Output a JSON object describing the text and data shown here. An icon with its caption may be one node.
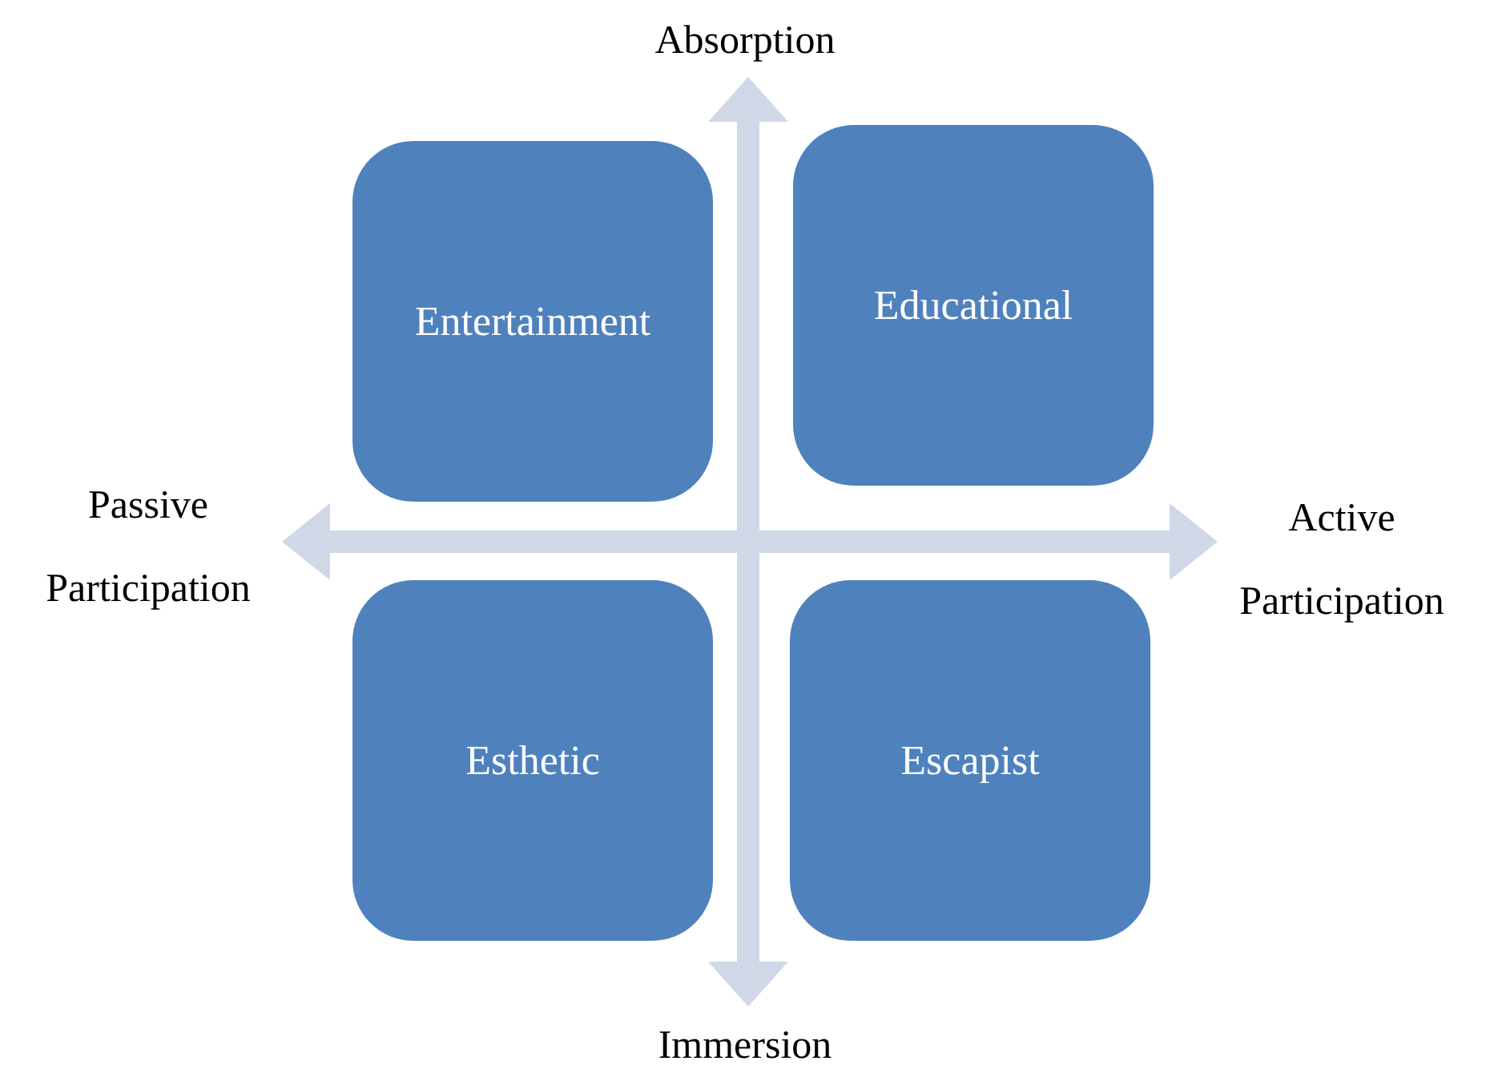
{
  "diagram": {
    "nodes": [
      {
        "text": [
          "Entertainment"
        ]
      },
      {
        "text": [
          "Educational"
        ]
      },
      {
        "text": [
          "Esthetic"
        ]
      },
      {
        "text": [
          "Escapist"
        ]
      }
    ],
    "labels": [
      "Absorption",
      "Passive Participation",
      "Active Participation",
      "Immersion"
    ]
  }
}
